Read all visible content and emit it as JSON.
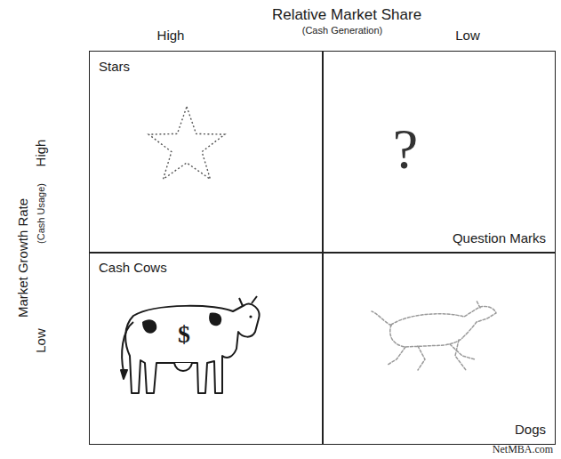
{
  "diagram": {
    "nodes": [
      {
        "text": [
          "Stars"
        ]
      },
      {
        "text": [
          "Question Marks"
        ]
      },
      {
        "text": [
          "Cash Cows"
        ]
      },
      {
        "text": [
          "Dogs"
        ]
      }
    ],
    "labels": [
      "Relative Market Share",
      "(Cash Generation)",
      "High",
      "Low",
      "Market Growth Rate",
      "(Cash Usage)",
      "High",
      "Low",
      "?",
      "$",
      "NetMBA.com"
    ]
  }
}
